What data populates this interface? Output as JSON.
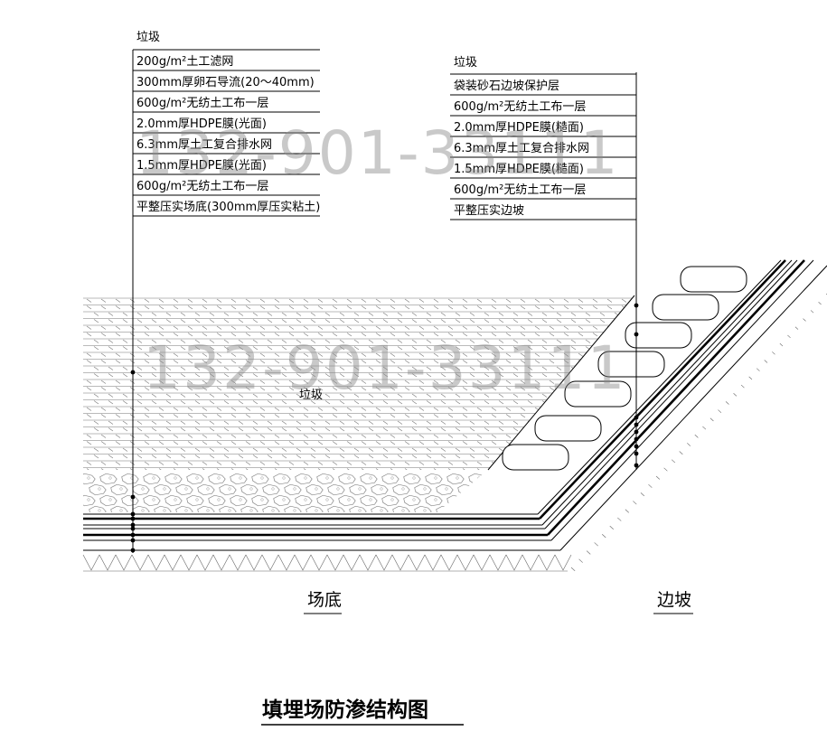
{
  "left_callout": {
    "header": "垃圾",
    "layers": [
      "200g/m²土工滤网",
      "300mm厚卵石导流(20～40mm)",
      "600g/m²无纺土工布一层",
      "2.0mm厚HDPE膜(光面)",
      "6.3mm厚土工复合排水网",
      "1.5mm厚HDPE膜(光面)",
      "600g/m²无纺土工布一层",
      "平整压实场底(300mm厚压实粘土)"
    ]
  },
  "right_callout": {
    "header": "垃圾",
    "layers": [
      "袋装砂石边坡保护层",
      "600g/m²无纺土工布一层",
      "2.0mm厚HDPE膜(糙面)",
      "6.3mm厚土工复合排水网",
      "1.5mm厚HDPE膜(糙面)",
      "600g/m²无纺土工布一层",
      "平整压实边坡"
    ]
  },
  "body_label": "垃圾",
  "zone_labels": {
    "bottom": "场底",
    "slope": "边坡"
  },
  "title": "填埋场防渗结构图",
  "watermark": "132-901-33111",
  "colors": {
    "line": "#000000",
    "watermark": "#8a8a8a",
    "background": "#ffffff"
  }
}
